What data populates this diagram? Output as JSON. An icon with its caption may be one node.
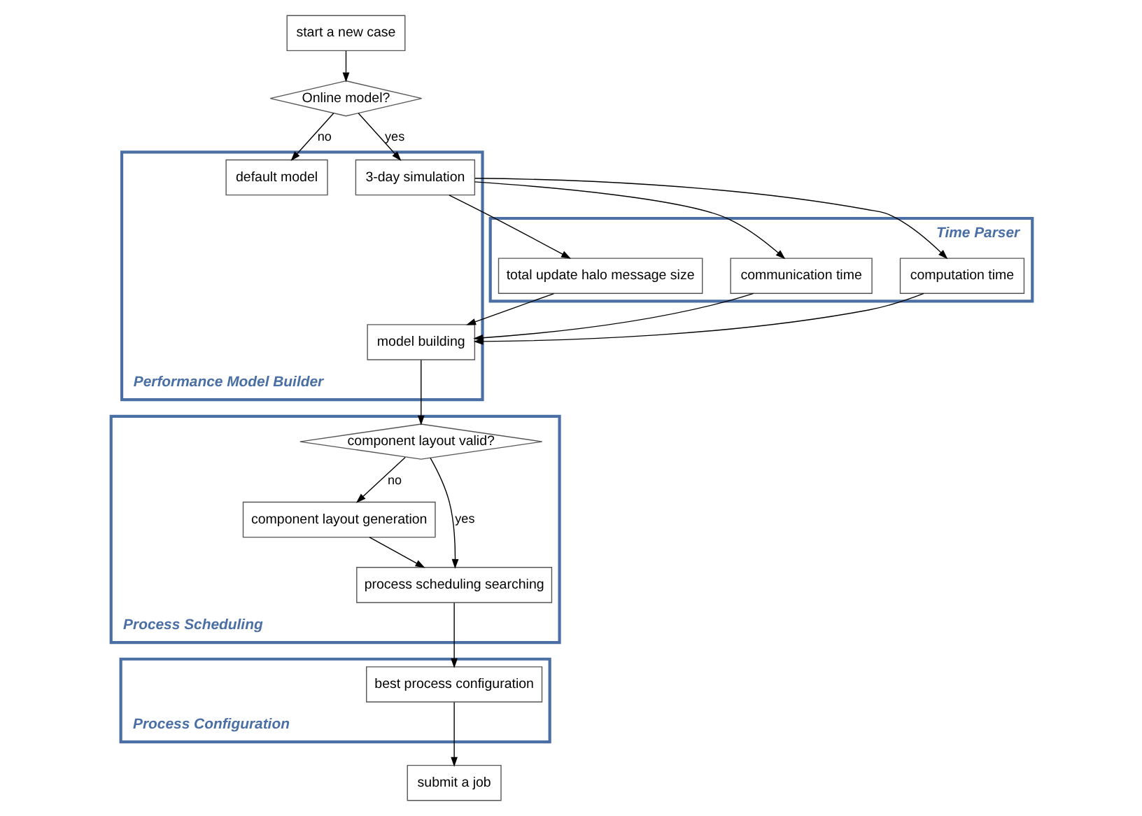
{
  "diagram": {
    "nodes": [
      {
        "text": [
          "start a new case"
        ]
      },
      {
        "text": [
          "Online model?"
        ]
      },
      {
        "text": [
          "Performance Model Builder"
        ]
      },
      {
        "text": [
          "default model"
        ],
        "in": 2
      },
      {
        "text": [
          "3-day simulation"
        ],
        "in": 2
      },
      {
        "text": [
          "model building"
        ],
        "in": 2
      },
      {
        "text": [
          "Time Parser"
        ]
      },
      {
        "text": [
          "total update halo message size"
        ],
        "in": 6
      },
      {
        "text": [
          "communication time"
        ],
        "in": 6
      },
      {
        "text": [
          "computation time"
        ],
        "in": 6
      },
      {
        "text": [
          "Process Scheduling"
        ]
      },
      {
        "text": [
          "component layout valid?"
        ],
        "in": 10
      },
      {
        "text": [
          "component layout generation"
        ],
        "in": 10
      },
      {
        "text": [
          "process scheduling searching"
        ],
        "in": 10
      },
      {
        "text": [
          "Process Configuration"
        ]
      },
      {
        "text": [
          "best process configuration"
        ],
        "in": 14
      },
      {
        "text": [
          "submit a job"
        ]
      }
    ],
    "edges": [
      {
        "from": 0,
        "to": 1,
        "arrow": "to"
      },
      {
        "from": 1,
        "to": 3,
        "arrow": "to",
        "label": "no"
      },
      {
        "from": 1,
        "to": 4,
        "arrow": "to",
        "label": "yes"
      },
      {
        "from": 4,
        "to": 7,
        "arrow": "to"
      },
      {
        "from": 4,
        "to": 8,
        "arrow": "to"
      },
      {
        "from": 4,
        "to": 9,
        "arrow": "to"
      },
      {
        "from": 7,
        "to": 5,
        "arrow": "to"
      },
      {
        "from": 8,
        "to": 5,
        "arrow": "to"
      },
      {
        "from": 9,
        "to": 5,
        "arrow": "to"
      },
      {
        "from": 5,
        "to": 11,
        "arrow": "to"
      },
      {
        "from": 11,
        "to": 12,
        "arrow": "to",
        "label": "no"
      },
      {
        "from": 11,
        "to": 13,
        "arrow": "to",
        "label": "yes"
      },
      {
        "from": 12,
        "to": 13,
        "arrow": "to"
      },
      {
        "from": 13,
        "to": 15,
        "arrow": "to"
      },
      {
        "from": 15,
        "to": 16,
        "arrow": "to"
      }
    ]
  }
}
